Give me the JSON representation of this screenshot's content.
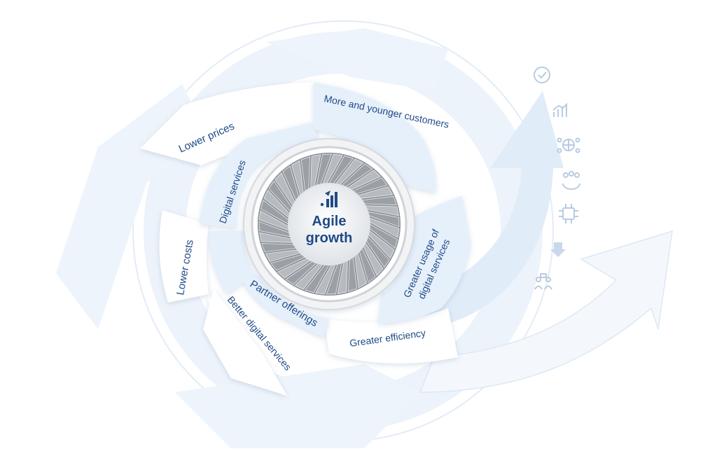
{
  "center": {
    "line1": "Agile",
    "line2": "growth",
    "icon": "rocket-growth-chart-icon"
  },
  "inner_ring": {
    "digital_services": "Digital services",
    "partner_offerings": "Partner offerings",
    "greater_usage_line1": "Greater usage of",
    "greater_usage_line2": "digital services",
    "more_customers": "More and younger customers"
  },
  "outer_ring": {
    "lower_prices": "Lower prices",
    "lower_costs": "Lower costs",
    "better_digital_services": "Better digital services",
    "greater_efficiency": "Greater efficiency"
  },
  "side_icons": [
    "check-badge-icon",
    "growth-chart-icon",
    "global-network-icon",
    "people-globe-icon",
    "chip-cloud-icon",
    "download-arrow-icon",
    "team-network-icon"
  ],
  "colors": {
    "text": "#1f4a86",
    "inner_band": "#e6f0fb",
    "outer_band": "#ffffff",
    "background_swirl": "#eef4fb",
    "turbine": "#9aa0a6"
  }
}
